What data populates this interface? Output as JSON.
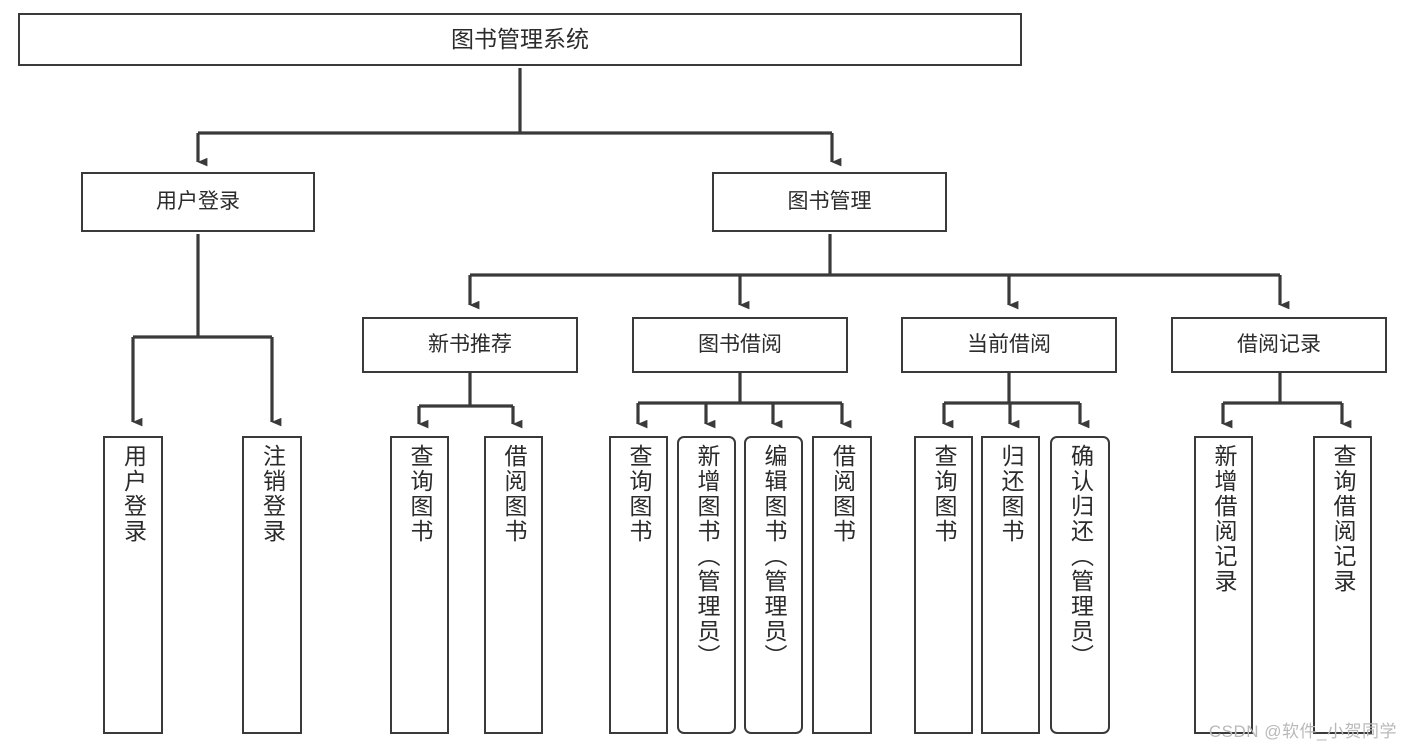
{
  "diagram": {
    "title": "图书管理系统",
    "type": "tree-hierarchy",
    "stroke_color": "#3a3a3a",
    "text_color": "#2b2b2b",
    "background_color": "#ffffff",
    "watermark": "CSDN @软件_小贺同学",
    "nodes": {
      "root": {
        "label": "图书管理系统"
      },
      "level2": [
        {
          "id": "user-login",
          "label": "用户登录"
        },
        {
          "id": "book-manage",
          "label": "图书管理"
        }
      ],
      "level3": [
        {
          "id": "new-book-recommend",
          "label": "新书推荐"
        },
        {
          "id": "book-borrow",
          "label": "图书借阅"
        },
        {
          "id": "current-borrow",
          "label": "当前借阅"
        },
        {
          "id": "borrow-record",
          "label": "借阅记录"
        }
      ],
      "leaves": {
        "user_login": [
          {
            "id": "leaf-user-login",
            "label": "用户登录",
            "style": "square"
          },
          {
            "id": "leaf-logout-login",
            "label": "注销登录",
            "style": "square"
          }
        ],
        "new_book_recommend": [
          {
            "id": "leaf-query-book-1",
            "label": "查询图书",
            "style": "square"
          },
          {
            "id": "leaf-borrow-book-1",
            "label": "借阅图书",
            "style": "square"
          }
        ],
        "book_borrow": [
          {
            "id": "leaf-query-book-2",
            "label": "查询图书",
            "style": "square"
          },
          {
            "id": "leaf-add-book",
            "label": "新增图书（管理员）",
            "style": "rounded"
          },
          {
            "id": "leaf-edit-book",
            "label": "编辑图书（管理员）",
            "style": "rounded"
          },
          {
            "id": "leaf-borrow-book-2",
            "label": "借阅图书",
            "style": "square"
          }
        ],
        "current_borrow": [
          {
            "id": "leaf-query-book-3",
            "label": "查询图书",
            "style": "square"
          },
          {
            "id": "leaf-return-book",
            "label": "归还图书",
            "style": "square"
          },
          {
            "id": "leaf-confirm-return",
            "label": "确认归还（管理员）",
            "style": "rounded"
          }
        ],
        "borrow_record": [
          {
            "id": "leaf-add-borrow-record",
            "label": "新增借阅记录",
            "style": "square"
          },
          {
            "id": "leaf-query-borrow-record",
            "label": "查询借阅记录",
            "style": "square"
          }
        ]
      }
    }
  }
}
